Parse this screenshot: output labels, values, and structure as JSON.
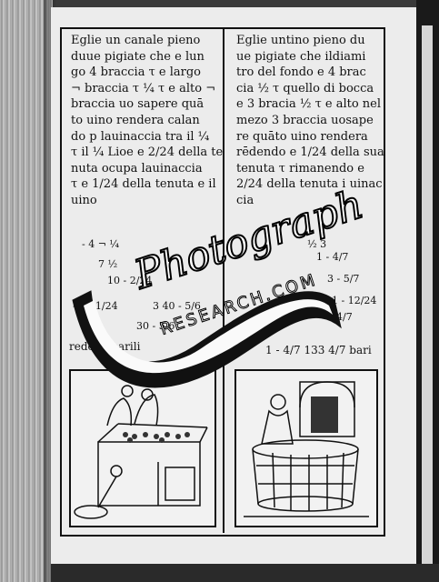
{
  "left_text": [
    "Eglie un canale pieno",
    "duue pigiate che e lun",
    "go 4 braccia τ e largo",
    "¬ braccia τ ¼ τ e alto ¬",
    "braccia uo sapere quā",
    "to uino rendera calan",
    "do p lauinaccia tra il ¼",
    "τ il ¼ Lioe e 2/24 della te",
    "nuta ocupa lauinaccia",
    "τ e 1/24 della tenuta e il",
    "uino"
  ],
  "right_text": [
    "Eglie untino pieno du",
    "ue pigiate che ildiami",
    "tro del fondo e 4 brac",
    "cia ½ τ quello di bocca",
    "e 3 bracia ½ τ e alto nel",
    "mezo 3 braccia uosape",
    "re quāto uino rendera",
    "rēdendo e 1/24 della sua",
    "tenuta τ rimanendo e",
    "2/24 della tenuta i uinac",
    "cia"
  ],
  "calc": [
    "- 4 ¬ ¼",
    "7 ½",
    "10 - 2/24",
    "-24| 1/24",
    "3 40 - 5/6",
    "30 - 5/6",
    "½ 3",
    "1 - 4/7",
    "3 - 5/7",
    "1 - 12/24",
    "4/7"
  ],
  "result_left": "redena barili",
  "result_right": "1 - 4/7    133 4/7 bari",
  "watermark": {
    "line1": "Photograph",
    "line2": "RESEARCH.COM"
  }
}
